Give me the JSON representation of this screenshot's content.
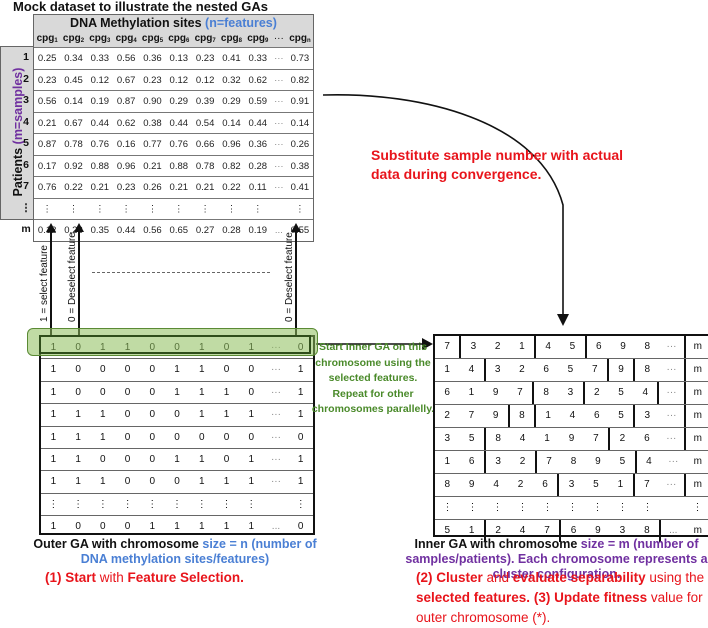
{
  "title": "Mock dataset to illustrate the nested GAs",
  "dataset": {
    "header_main": "DNA Methylation sites ",
    "header_note": "(n=features)",
    "columns": [
      {
        "base": "cpg",
        "sub": "1"
      },
      {
        "base": "cpg",
        "sub": "2"
      },
      {
        "base": "cpg",
        "sub": "3"
      },
      {
        "base": "cpg",
        "sub": "4"
      },
      {
        "base": "cpg",
        "sub": "5"
      },
      {
        "base": "cpg",
        "sub": "6"
      },
      {
        "base": "cpg",
        "sub": "7"
      },
      {
        "base": "cpg",
        "sub": "8"
      },
      {
        "base": "cpg",
        "sub": "9"
      },
      {
        "base": "···",
        "sub": ""
      },
      {
        "base": "cpg",
        "sub": "n"
      }
    ],
    "row_axis_label": "Patients ",
    "row_axis_note": "(m=samples)",
    "row_labels": [
      "1",
      "2",
      "3",
      "4",
      "5",
      "6",
      "7",
      "⋮",
      "m"
    ],
    "rows": [
      [
        "0.25",
        "0.34",
        "0.33",
        "0.56",
        "0.36",
        "0.13",
        "0.23",
        "0.41",
        "0.33",
        "···",
        "0.73"
      ],
      [
        "0.23",
        "0.45",
        "0.12",
        "0.67",
        "0.23",
        "0.12",
        "0.12",
        "0.32",
        "0.62",
        "···",
        "0.82"
      ],
      [
        "0.56",
        "0.14",
        "0.19",
        "0.87",
        "0.90",
        "0.29",
        "0.39",
        "0.29",
        "0.59",
        "···",
        "0.91"
      ],
      [
        "0.21",
        "0.67",
        "0.44",
        "0.62",
        "0.38",
        "0.44",
        "0.54",
        "0.14",
        "0.44",
        "···",
        "0.14"
      ],
      [
        "0.87",
        "0.78",
        "0.76",
        "0.16",
        "0.77",
        "0.76",
        "0.66",
        "0.96",
        "0.36",
        "···",
        "0.26"
      ],
      [
        "0.17",
        "0.92",
        "0.88",
        "0.96",
        "0.21",
        "0.88",
        "0.78",
        "0.82",
        "0.28",
        "···",
        "0.38"
      ],
      [
        "0.76",
        "0.22",
        "0.21",
        "0.23",
        "0.26",
        "0.21",
        "0.21",
        "0.22",
        "0.11",
        "···",
        "0.41"
      ],
      [
        "⋮",
        "⋮",
        "⋮",
        "⋮",
        "⋮",
        "⋮",
        "⋮",
        "⋮",
        "⋮",
        "",
        "⋮"
      ],
      [
        "0.12",
        "0.23",
        "0.35",
        "0.44",
        "0.56",
        "0.65",
        "0.27",
        "0.28",
        "0.19",
        "...",
        "0.55"
      ]
    ]
  },
  "arrows": {
    "select_label": "1 = select feature",
    "deselect_label": "0 = Deselect feature",
    "deselect_label_right": "0 = Deselect feature"
  },
  "substitute_note": "Substitute sample number with actual data during convergence.",
  "outer_ga": {
    "rows": [
      [
        "1",
        "0",
        "1",
        "1",
        "0",
        "0",
        "1",
        "0",
        "1",
        "···",
        "0"
      ],
      [
        "1",
        "0",
        "0",
        "0",
        "0",
        "1",
        "1",
        "0",
        "0",
        "···",
        "1"
      ],
      [
        "1",
        "0",
        "0",
        "0",
        "0",
        "1",
        "1",
        "1",
        "0",
        "···",
        "1"
      ],
      [
        "1",
        "1",
        "1",
        "0",
        "0",
        "0",
        "1",
        "1",
        "1",
        "···",
        "1"
      ],
      [
        "1",
        "1",
        "1",
        "0",
        "0",
        "0",
        "0",
        "0",
        "0",
        "···",
        "0"
      ],
      [
        "1",
        "1",
        "0",
        "0",
        "0",
        "1",
        "1",
        "0",
        "1",
        "···",
        "1"
      ],
      [
        "1",
        "1",
        "1",
        "0",
        "0",
        "0",
        "1",
        "1",
        "1",
        "···",
        "1"
      ],
      [
        "⋮",
        "⋮",
        "⋮",
        "⋮",
        "⋮",
        "⋮",
        "⋮",
        "⋮",
        "⋮",
        "",
        "⋮"
      ],
      [
        "1",
        "0",
        "0",
        "0",
        "1",
        "1",
        "1",
        "1",
        "1",
        "...",
        "0"
      ]
    ],
    "caption_main": "Outer GA with chromosome ",
    "caption_note": "size = n (number of DNA methylation sites/features)"
  },
  "green_note": "Start Inner GA on this chromosome using the selected features. Repeat for other chromosomes parallelly.",
  "inner_ga": {
    "rows": [
      {
        "cells": [
          "7",
          "3",
          "2",
          "1",
          "4",
          "5",
          "6",
          "9",
          "8",
          "···",
          "m"
        ],
        "breaks": [
          1,
          4,
          6,
          10
        ]
      },
      {
        "cells": [
          "1",
          "4",
          "3",
          "2",
          "6",
          "5",
          "7",
          "9",
          "8",
          "···",
          "m"
        ],
        "breaks": [
          2,
          7,
          8,
          10
        ]
      },
      {
        "cells": [
          "6",
          "1",
          "9",
          "7",
          "8",
          "3",
          "2",
          "5",
          "4",
          "···",
          "m"
        ],
        "breaks": [
          4,
          6,
          9,
          10
        ]
      },
      {
        "cells": [
          "2",
          "7",
          "9",
          "8",
          "1",
          "4",
          "6",
          "5",
          "3",
          "···",
          "m"
        ],
        "breaks": [
          3,
          4,
          8,
          10
        ]
      },
      {
        "cells": [
          "3",
          "5",
          "8",
          "4",
          "1",
          "9",
          "7",
          "2",
          "6",
          "···",
          "m"
        ],
        "breaks": [
          2,
          7,
          10
        ]
      },
      {
        "cells": [
          "1",
          "6",
          "3",
          "2",
          "7",
          "8",
          "9",
          "5",
          "4",
          "···",
          "m"
        ],
        "breaks": [
          2,
          4,
          8
        ]
      },
      {
        "cells": [
          "8",
          "9",
          "4",
          "2",
          "6",
          "3",
          "5",
          "1",
          "7",
          "···",
          "m"
        ],
        "breaks": [
          5,
          8,
          10
        ]
      },
      {
        "cells": [
          "⋮",
          "⋮",
          "⋮",
          "⋮",
          "⋮",
          "⋮",
          "⋮",
          "⋮",
          "⋮",
          "",
          "⋮"
        ],
        "breaks": []
      },
      {
        "cells": [
          "5",
          "1",
          "2",
          "4",
          "7",
          "6",
          "9",
          "3",
          "8",
          "...",
          "m"
        ],
        "breaks": [
          2,
          5,
          9
        ]
      }
    ],
    "caption_main": "Inner GA with chromosome ",
    "caption_note": "size = m (number of samples/patients). Each chromosome represents a cluster configuration."
  },
  "step1": {
    "a": "(1) Start",
    "b": " with ",
    "c": "Feature Selection."
  },
  "step2": {
    "a": "(2) Cluster",
    "b": " and ",
    "c": "evaluate separability",
    "d": " using the ",
    "e": "selected features.",
    "f": " ",
    "g": "(3) Update fitness",
    "h": " value for outer chromosome (*)."
  },
  "colors": {
    "red": "#e8141b",
    "blue": "#4a7fd4",
    "purple": "#7030a0",
    "green": "#4a8a2a",
    "highlight": "#8cbe5a"
  }
}
